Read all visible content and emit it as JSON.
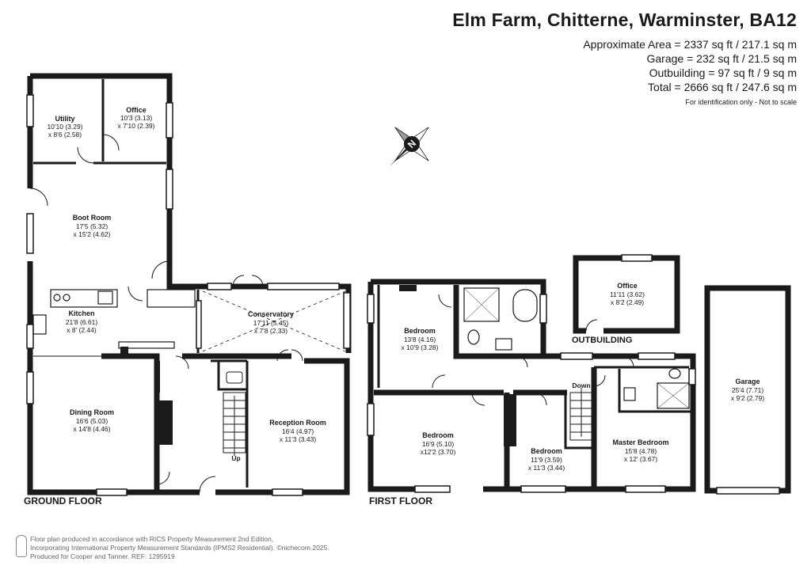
{
  "header": {
    "title": "Elm Farm, Chitterne, Warminster, BA12",
    "areas": [
      "Approximate Area = 2337 sq ft / 217.1 sq m",
      "Garage = 232 sq ft / 21.5 sq m",
      "Outbuilding = 97 sq ft / 9 sq m",
      "Total = 2666 sq ft / 247.6 sq m"
    ],
    "note": "For identification only - Not to scale"
  },
  "floors": {
    "ground": "GROUND FLOOR",
    "first": "FIRST FLOOR",
    "outbuilding": "OUTBUILDING"
  },
  "rooms": {
    "utility": {
      "name": "Utility",
      "dim1": "10'10 (3.29)",
      "dim2": "x 8'6 (2.58)"
    },
    "office_g": {
      "name": "Office",
      "dim1": "10'3 (3.13)",
      "dim2": "x 7'10 (2.39)"
    },
    "bootroom": {
      "name": "Boot Room",
      "dim1": "17'5 (5.32)",
      "dim2": "x 15'2 (4.62)"
    },
    "kitchen": {
      "name": "Kitchen",
      "dim1": "21'8 (6.61)",
      "dim2": "x 8' (2.44)"
    },
    "conservatory": {
      "name": "Conservatory",
      "dim1": "17'11 (5.45)",
      "dim2": "x 7'8 (2.33)"
    },
    "dining": {
      "name": "Dining Room",
      "dim1": "16'6 (5.03)",
      "dim2": "x 14'8 (4.46)"
    },
    "reception": {
      "name": "Reception Room",
      "dim1": "16'4 (4.97)",
      "dim2": "x 11'3 (3.43)"
    },
    "bed_a": {
      "name": "Bedroom",
      "dim1": "13'8 (4.16)",
      "dim2": "x 10'9 (3.28)"
    },
    "bed_b": {
      "name": "Bedroom",
      "dim1": "16'9 (5.10)",
      "dim2": "x12'2 (3.70)"
    },
    "bed_c": {
      "name": "Bedroom",
      "dim1": "11'9 (3.59)",
      "dim2": "x 11'3 (3.44)"
    },
    "master": {
      "name": "Master Bedroom",
      "dim1": "15'8 (4.78)",
      "dim2": "x 12' (3.67)"
    },
    "office_o": {
      "name": "Office",
      "dim1": "11'11 (3.62)",
      "dim2": "x 8'2 (2.49)"
    },
    "garage": {
      "name": "Garage",
      "dim1": "25'4 (7.71)",
      "dim2": "x 9'2 (2.79)"
    }
  },
  "stairs": {
    "up": "Up",
    "down": "Down"
  },
  "compass": {
    "north": "N"
  },
  "footer": [
    "Floor plan produced in accordance with RICS Property Measurement 2nd Edition,",
    "Incorporating International Property Measurement Standards (IPMS2 Residential).  ©nichecom 2025.",
    "Produced for Cooper and Tanner.   REF: 1295919"
  ]
}
